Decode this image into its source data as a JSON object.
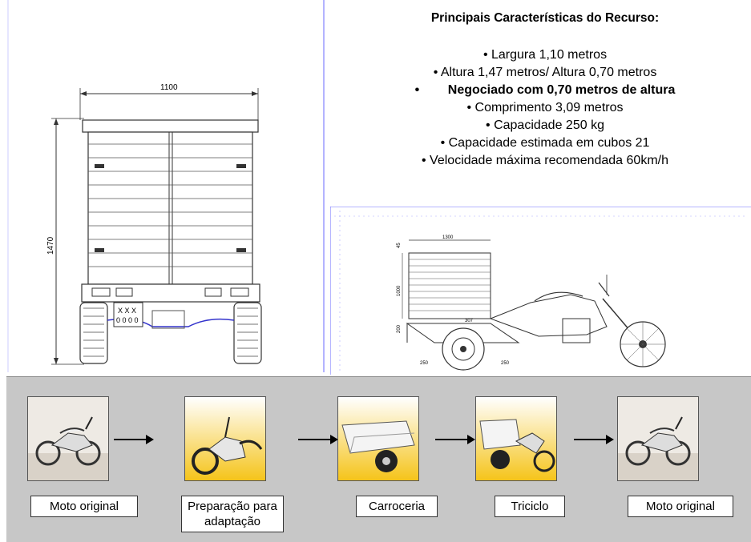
{
  "specs": {
    "title": "Principais Características do Recurso:",
    "items": [
      {
        "text": "• Largura 1,10 metros",
        "bold": false
      },
      {
        "text": "• Altura 1,47 metros/ Altura 0,70 metros",
        "bold": false
      },
      {
        "text": "•        Negociado com 0,70 metros de altura",
        "bold": true
      },
      {
        "text": "• Comprimento 3,09 metros",
        "bold": false
      },
      {
        "text": "• Capacidade 250 kg",
        "bold": false
      },
      {
        "text": "• Capacidade estimada em cubos 21",
        "bold": false
      },
      {
        "text": "• Velocidade máxima recomendada 60km/h",
        "bold": false
      }
    ]
  },
  "rear_view": {
    "width_dim": "1100",
    "height_dim": "1470",
    "plate_line1": "X X X",
    "plate_line2": "0 0 0 0"
  },
  "side_view": {
    "dims": [
      "1300",
      "1000",
      "45",
      "200",
      "307",
      "250",
      "250"
    ]
  },
  "steps": [
    {
      "label": "Moto original"
    },
    {
      "label": "Preparação para adaptação"
    },
    {
      "label": "Carroceria"
    },
    {
      "label": "Triciclo"
    },
    {
      "label": "Moto original"
    }
  ]
}
